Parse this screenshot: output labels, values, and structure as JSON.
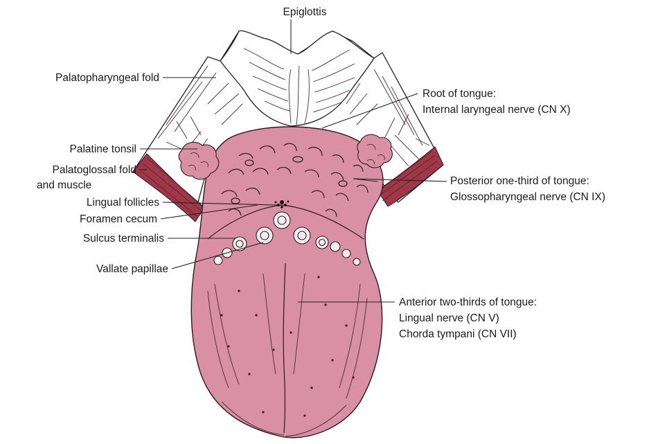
{
  "colors": {
    "tongue": "#d98fa4",
    "tongue_dark": "#b76d83",
    "muscle": "#9e3848",
    "tonsil": "#d890a2",
    "line": "#222222"
  },
  "labels": {
    "epiglottis": "Epiglottis",
    "palatopharyngeal_fold": "Palatopharyngeal fold",
    "root_of_tongue": {
      "line1": "Root of tongue:",
      "line2": "Internal laryngeal nerve (CN X)"
    },
    "palatine_tonsil": "Palatine tonsil",
    "palatoglossal_fold": {
      "line1": "Palatoglossal fold",
      "line2": "and muscle"
    },
    "posterior_third": {
      "line1": "Posterior one-third of tongue:",
      "line2": "Glossopharyngeal nerve (CN IX)"
    },
    "lingual_follicles": "Lingual follicles",
    "foramen_cecum": "Foramen cecum",
    "sulcus_terminalis": "Sulcus terminalis",
    "vallate_papillae": "Vallate papillae",
    "anterior_two_thirds": {
      "line1": "Anterior two-thirds of tongue:",
      "line2": "Lingual nerve (CN V)",
      "line3": "Chorda tympani (CN VII)"
    }
  }
}
